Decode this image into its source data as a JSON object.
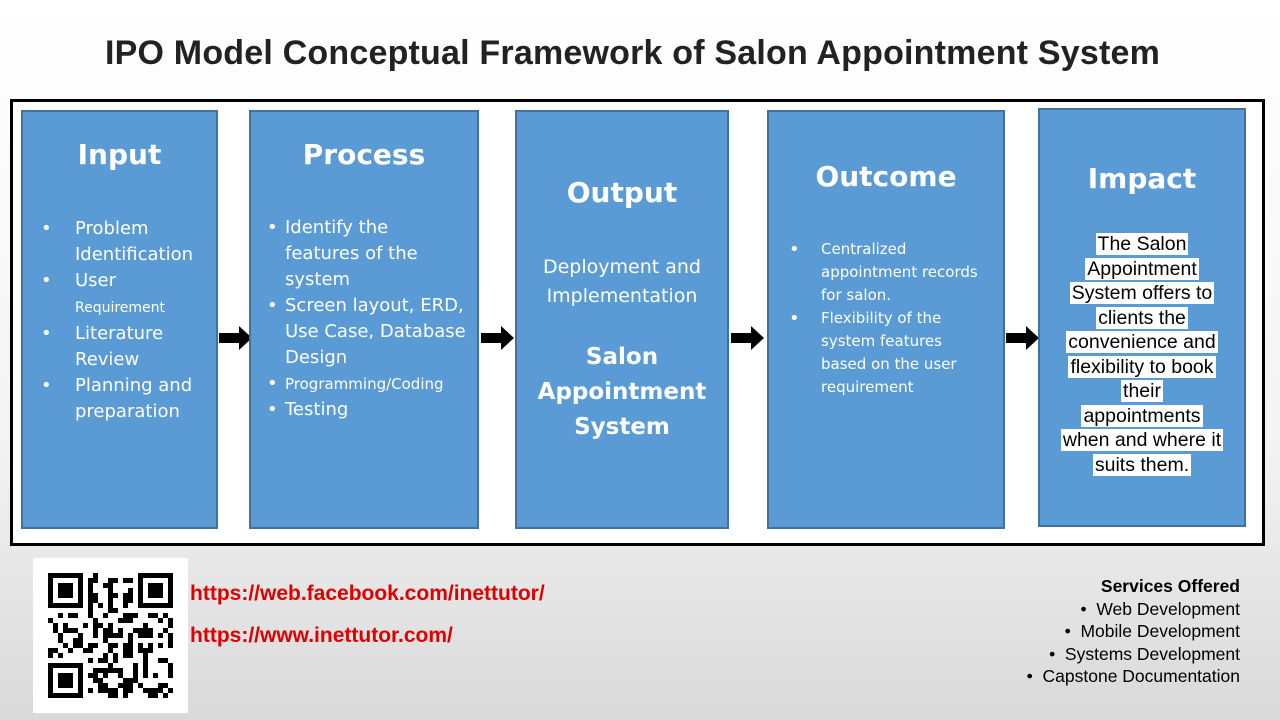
{
  "title": "IPO Model Conceptual Framework of Salon Appointment System",
  "input": {
    "heading": "Input",
    "items": [
      {
        "line1": "Problem",
        "line2": "Identification"
      },
      {
        "line1": "User",
        "line2": "Requirement"
      },
      {
        "line1": "Literature",
        "line2": "Review"
      },
      {
        "line1": "Planning and",
        "line2": "preparation"
      }
    ]
  },
  "process": {
    "heading": "Process",
    "items": [
      {
        "lines": [
          "Identify the",
          "features of the",
          "system"
        ]
      },
      {
        "lines": [
          "Screen layout, ERD,",
          "Use Case, Database",
          "Design"
        ]
      },
      {
        "lines": [
          "Programming/Coding"
        ]
      },
      {
        "lines": [
          "Testing"
        ]
      }
    ]
  },
  "output": {
    "heading": "Output",
    "text_line1": "Deployment and",
    "text_line2": "Implementation",
    "system_line1": "Salon",
    "system_line2": "Appointment",
    "system_line3": "System"
  },
  "outcome": {
    "heading": "Outcome",
    "items": [
      {
        "lines": [
          "Centralized",
          "appointment records",
          "for salon."
        ]
      },
      {
        "lines": [
          "Flexibility of the",
          "system features",
          "based on the user",
          "requirement"
        ]
      }
    ]
  },
  "impact": {
    "heading": "Impact",
    "lines": [
      "The Salon",
      "Appointment",
      "System offers to",
      "clients the",
      "convenience and",
      "flexibility to book",
      "their",
      "appointments",
      "when and where it",
      "suits them."
    ]
  },
  "links": {
    "facebook": "https://web.facebook.com/inettutor/",
    "website": "https://www.inettutor.com/"
  },
  "services": {
    "heading": "Services Offered",
    "items": [
      "Web Development",
      "Mobile Development",
      "Systems Development",
      "Capstone Documentation"
    ]
  },
  "colors": {
    "box_fill": "#5b9bd5",
    "box_border": "#41719c",
    "link_red": "#e00000"
  },
  "icons": [
    "arrow-right-icon",
    "qr-code-icon"
  ]
}
